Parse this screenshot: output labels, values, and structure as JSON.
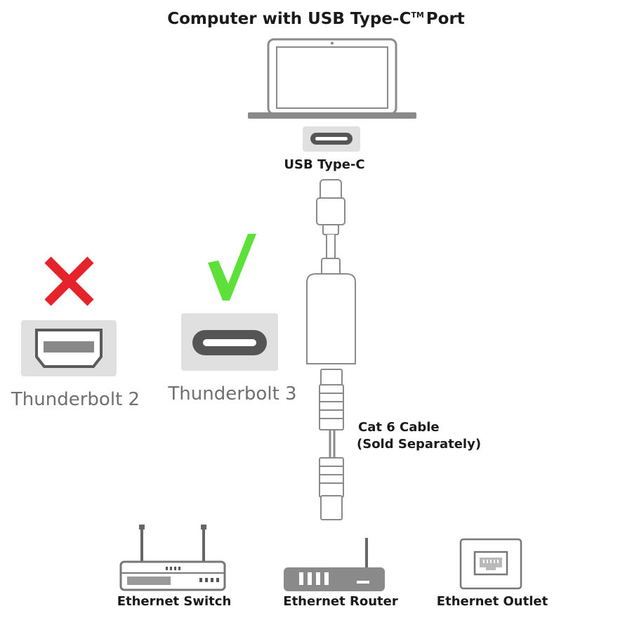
{
  "title": {
    "text": "Computer with USB Type-C",
    "trademark": "TM",
    "suffix": "Port"
  },
  "usb_port": {
    "label": "USB Type-C"
  },
  "compatibility": {
    "thunderbolt2": {
      "label": "Thunderbolt 2",
      "mark": "cross-icon",
      "mark_color": "#e5232a"
    },
    "thunderbolt3": {
      "label": "Thunderbolt 3",
      "mark": "checkmark-icon",
      "mark_color": "#5ee03a"
    }
  },
  "cable": {
    "line1": "Cat 6 Cable",
    "line2": "(Sold Separately)"
  },
  "devices": [
    {
      "label": "Ethernet Switch",
      "icon": "ethernet-switch-icon"
    },
    {
      "label": "Ethernet Router",
      "icon": "ethernet-router-icon"
    },
    {
      "label": "Ethernet Outlet",
      "icon": "ethernet-outlet-icon"
    }
  ]
}
